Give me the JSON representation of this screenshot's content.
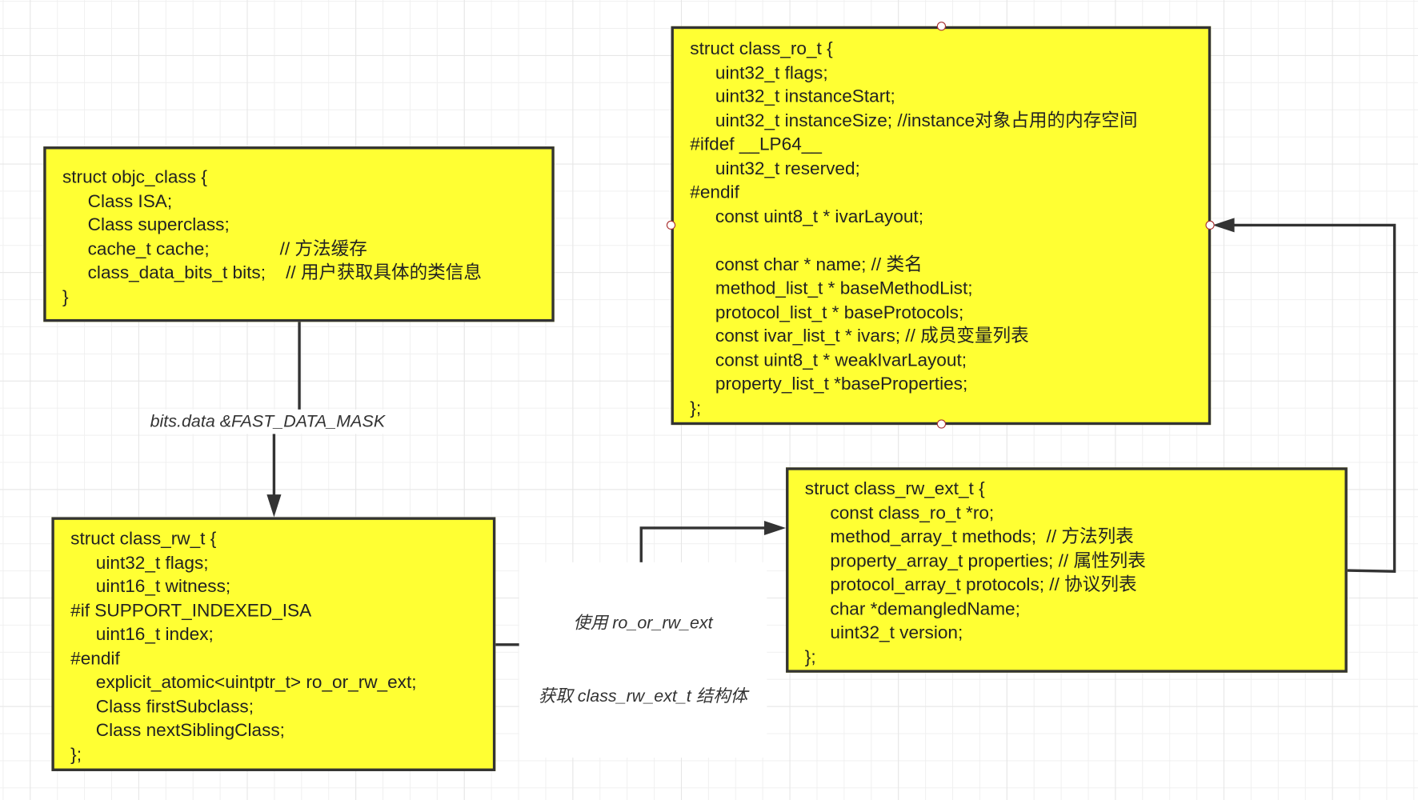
{
  "colors": {
    "box_fill": "#ffff33",
    "border": "#333333",
    "text": "#222222",
    "handle": "#aa3333",
    "grid": "#e6e6e6"
  },
  "boxes": {
    "objc_class": {
      "lines": [
        "struct objc_class {",
        "Class ISA;",
        "Class superclass;",
        "cache_t cache;              // 方法缓存",
        "class_data_bits_t bits;    // 用户获取具体的类信息",
        "}"
      ]
    },
    "class_ro_t": {
      "lines": [
        "struct class_ro_t {",
        "uint32_t flags;",
        "uint32_t instanceStart;",
        "uint32_t instanceSize; //instance对象占用的内存空间",
        "#ifdef __LP64__",
        "uint32_t reserved;",
        "#endif",
        "const uint8_t * ivarLayout;",
        "",
        "const char * name; // 类名",
        "method_list_t * baseMethodList;",
        "protocol_list_t * baseProtocols;",
        "const ivar_list_t * ivars; // 成员变量列表",
        "const uint8_t * weakIvarLayout;",
        "property_list_t *baseProperties;",
        "};"
      ]
    },
    "class_rw_t": {
      "lines": [
        "struct class_rw_t {",
        "uint32_t flags;",
        "uint16_t witness;",
        "#if SUPPORT_INDEXED_ISA",
        "uint16_t index;",
        "#endif",
        "explicit_atomic<uintptr_t> ro_or_rw_ext;",
        "Class firstSubclass;",
        "Class nextSiblingClass;",
        "};"
      ]
    },
    "class_rw_ext_t": {
      "lines": [
        "struct class_rw_ext_t {",
        "const class_ro_t *ro;",
        "method_array_t methods;  // 方法列表",
        "property_array_t properties; // 属性列表",
        "protocol_array_t protocols; // 协议列表",
        "char *demangledName;",
        "uint32_t version;",
        "};"
      ]
    }
  },
  "edges": {
    "objc_to_rw": {
      "label": "bits.data &FAST_DATA_MASK"
    },
    "rw_to_rwext": {
      "label_line1": "使用 ro_or_rw_ext",
      "label_line2": "获取 class_rw_ext_t 结构体"
    },
    "rwext_to_ro": {
      "label": ""
    }
  }
}
